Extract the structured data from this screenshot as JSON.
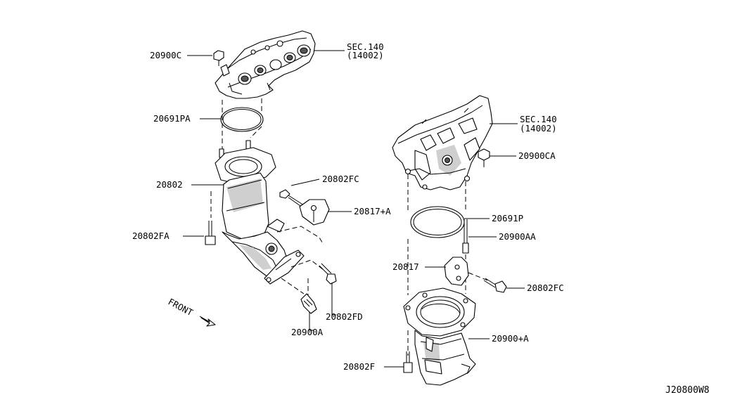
{
  "diagram_id": "J20800W8",
  "front_label": "FRONT",
  "callouts": [
    {
      "id": "sec140-top",
      "line1": "SEC.140",
      "line2": "(14002)"
    },
    {
      "id": "c20900c",
      "text": "20900C"
    },
    {
      "id": "c20691pa",
      "text": "20691PA"
    },
    {
      "id": "c20802",
      "text": "20802"
    },
    {
      "id": "c20802fc-left",
      "text": "20802FC"
    },
    {
      "id": "c20817a",
      "text": "20817+A"
    },
    {
      "id": "c20802fa",
      "text": "20802FA"
    },
    {
      "id": "c20802fd",
      "text": "20802FD"
    },
    {
      "id": "c20900a",
      "text": "20900A"
    },
    {
      "id": "sec140-right",
      "line1": "SEC.140",
      "line2": "(14002)"
    },
    {
      "id": "c20900ca",
      "text": "20900CA"
    },
    {
      "id": "c20691p",
      "text": "20691P"
    },
    {
      "id": "c20900aa",
      "text": "20900AA"
    },
    {
      "id": "c20817",
      "text": "20817"
    },
    {
      "id": "c20802fc-right",
      "text": "20802FC"
    },
    {
      "id": "c20900plusa",
      "text": "20900+A"
    },
    {
      "id": "c20802f",
      "text": "20802F"
    }
  ]
}
